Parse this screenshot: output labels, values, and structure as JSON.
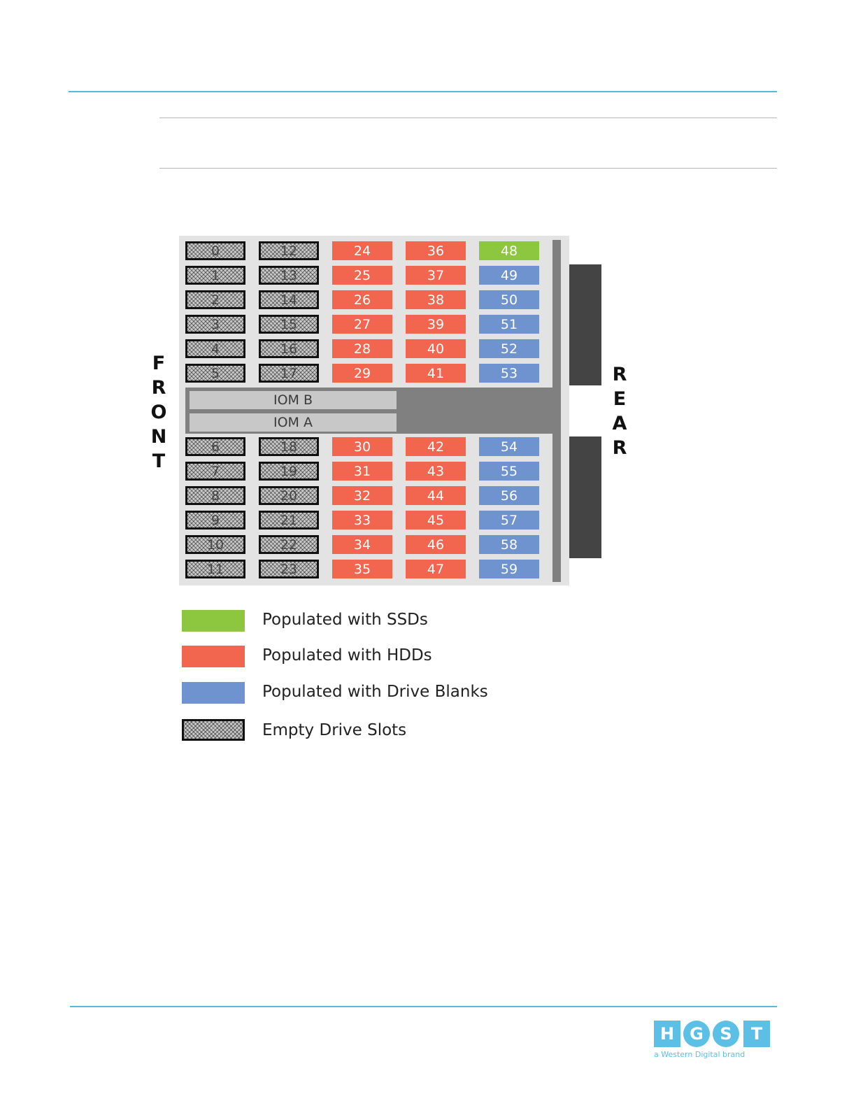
{
  "colors": {
    "rule_blue": "#57b8e0",
    "rule_grey": "#b5b5b5",
    "ssd": "#8dc63f",
    "hdd": "#f26650",
    "blank": "#6e93cf",
    "chassis": "#e3e3e3",
    "spine": "#808080",
    "rear_bar": "#444444"
  },
  "diagram": {
    "front_label": "FRONT",
    "rear_label": "REAR",
    "iom_b": "IOM B",
    "iom_a": "IOM A",
    "upper_rows": [
      [
        {
          "n": "0",
          "s": "empty"
        },
        {
          "n": "12",
          "s": "empty"
        },
        {
          "n": "24",
          "s": "hdd"
        },
        {
          "n": "36",
          "s": "hdd"
        },
        {
          "n": "48",
          "s": "ssd"
        }
      ],
      [
        {
          "n": "1",
          "s": "empty"
        },
        {
          "n": "13",
          "s": "empty"
        },
        {
          "n": "25",
          "s": "hdd"
        },
        {
          "n": "37",
          "s": "hdd"
        },
        {
          "n": "49",
          "s": "blank"
        }
      ],
      [
        {
          "n": "2",
          "s": "empty"
        },
        {
          "n": "14",
          "s": "empty"
        },
        {
          "n": "26",
          "s": "hdd"
        },
        {
          "n": "38",
          "s": "hdd"
        },
        {
          "n": "50",
          "s": "blank"
        }
      ],
      [
        {
          "n": "3",
          "s": "empty"
        },
        {
          "n": "15",
          "s": "empty"
        },
        {
          "n": "27",
          "s": "hdd"
        },
        {
          "n": "39",
          "s": "hdd"
        },
        {
          "n": "51",
          "s": "blank"
        }
      ],
      [
        {
          "n": "4",
          "s": "empty"
        },
        {
          "n": "16",
          "s": "empty"
        },
        {
          "n": "28",
          "s": "hdd"
        },
        {
          "n": "40",
          "s": "hdd"
        },
        {
          "n": "52",
          "s": "blank"
        }
      ],
      [
        {
          "n": "5",
          "s": "empty"
        },
        {
          "n": "17",
          "s": "empty"
        },
        {
          "n": "29",
          "s": "hdd"
        },
        {
          "n": "41",
          "s": "hdd"
        },
        {
          "n": "53",
          "s": "blank"
        }
      ]
    ],
    "lower_rows": [
      [
        {
          "n": "6",
          "s": "empty"
        },
        {
          "n": "18",
          "s": "empty"
        },
        {
          "n": "30",
          "s": "hdd"
        },
        {
          "n": "42",
          "s": "hdd"
        },
        {
          "n": "54",
          "s": "blank"
        }
      ],
      [
        {
          "n": "7",
          "s": "empty"
        },
        {
          "n": "19",
          "s": "empty"
        },
        {
          "n": "31",
          "s": "hdd"
        },
        {
          "n": "43",
          "s": "hdd"
        },
        {
          "n": "55",
          "s": "blank"
        }
      ],
      [
        {
          "n": "8",
          "s": "empty"
        },
        {
          "n": "20",
          "s": "empty"
        },
        {
          "n": "32",
          "s": "hdd"
        },
        {
          "n": "44",
          "s": "hdd"
        },
        {
          "n": "56",
          "s": "blank"
        }
      ],
      [
        {
          "n": "9",
          "s": "empty"
        },
        {
          "n": "21",
          "s": "empty"
        },
        {
          "n": "33",
          "s": "hdd"
        },
        {
          "n": "45",
          "s": "hdd"
        },
        {
          "n": "57",
          "s": "blank"
        }
      ],
      [
        {
          "n": "10",
          "s": "empty"
        },
        {
          "n": "22",
          "s": "empty"
        },
        {
          "n": "34",
          "s": "hdd"
        },
        {
          "n": "46",
          "s": "hdd"
        },
        {
          "n": "58",
          "s": "blank"
        }
      ],
      [
        {
          "n": "11",
          "s": "empty"
        },
        {
          "n": "23",
          "s": "empty"
        },
        {
          "n": "35",
          "s": "hdd"
        },
        {
          "n": "47",
          "s": "hdd"
        },
        {
          "n": "59",
          "s": "blank"
        }
      ]
    ]
  },
  "legend": {
    "ssd": "Populated with SSDs",
    "hdd": "Populated with HDDs",
    "blank": "Populated with Drive Blanks",
    "empty": "Empty Drive Slots"
  },
  "logo": {
    "letters": [
      "H",
      "G",
      "S",
      "T"
    ],
    "tagline": "a Western Digital brand"
  }
}
